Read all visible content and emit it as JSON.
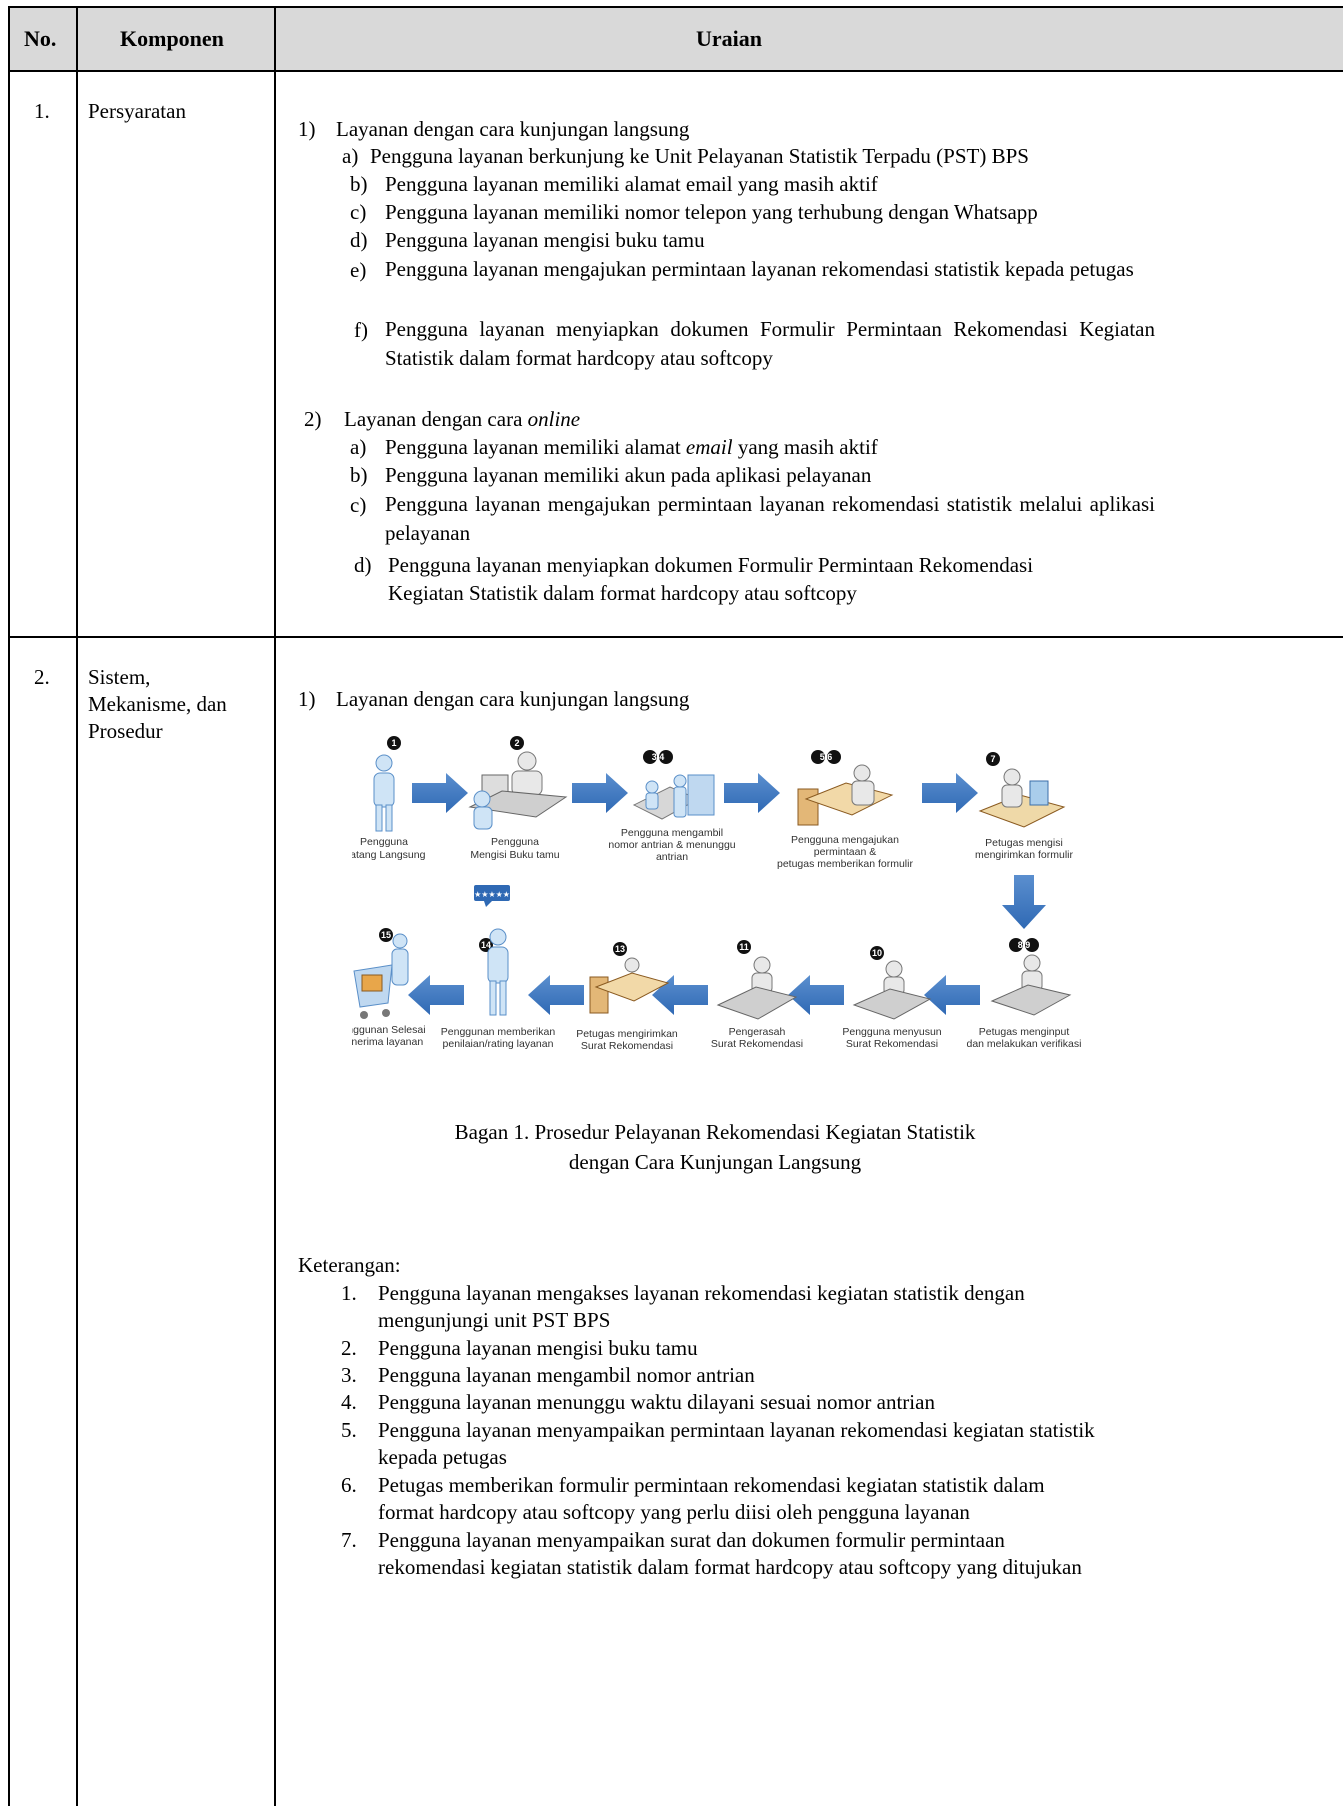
{
  "header": {
    "no": "No.",
    "komponen": "Komponen",
    "uraian": "Uraian"
  },
  "rows": [
    {
      "no": "1.",
      "komponen": "Persyaratan",
      "sections": [
        {
          "title_num": "1)",
          "title": "Layanan dengan cara kunjungan langsung",
          "items": [
            {
              "mark": "a)",
              "text": "Pengguna layanan berkunjung ke Unit Pelayanan Statistik Terpadu (PST) BPS"
            },
            {
              "mark": "b)",
              "text": "Pengguna layanan memiliki alamat email yang masih aktif"
            },
            {
              "mark": "c)",
              "text": "Pengguna layanan memiliki nomor telepon yang terhubung dengan Whatsapp"
            },
            {
              "mark": "d)",
              "text": "Pengguna layanan mengisi buku tamu"
            },
            {
              "mark": "e)",
              "text": "Pengguna layanan mengajukan permintaan layanan rekomendasi statistik kepada petugas"
            },
            {
              "mark": "f)",
              "text": "Pengguna layanan menyiapkan dokumen Formulir Permintaan Rekomendasi Kegiatan Statistik dalam format hardcopy atau softcopy"
            }
          ]
        },
        {
          "title_num": "2)",
          "title_prefix": "Layanan dengan cara ",
          "title_em": "online",
          "items": [
            {
              "mark": "a)",
              "prefix": "Pengguna layanan memiliki alamat ",
              "em": "email",
              "suffix": " yang masih aktif"
            },
            {
              "mark": "b)",
              "text": "Pengguna layanan memiliki akun pada aplikasi pelayanan"
            },
            {
              "mark": "c)",
              "text": "Pengguna layanan mengajukan permintaan layanan rekomendasi statistik melalui aplikasi pelayanan"
            },
            {
              "mark": "d)",
              "text1": "Pengguna layanan menyiapkan dokumen Formulir Permintaan Rekomendasi",
              "text2": "Kegiatan Statistik dalam format hardcopy atau softcopy"
            }
          ]
        }
      ]
    },
    {
      "no": "2.",
      "komponen_lines": [
        "Sistem,",
        "Mekanisme, dan",
        "Prosedur"
      ],
      "section_num": "1)",
      "section_title": "Layanan dengan cara kunjungan langsung",
      "diagram": {
        "steps_top": [
          {
            "badge": "1",
            "label": [
              "Pengguna",
              "Datang Langsung"
            ]
          },
          {
            "badge": "2",
            "label": [
              "Pengguna",
              "Mengisi Buku tamu"
            ]
          },
          {
            "badge": "3 4",
            "label": [
              "Pengguna mengambil",
              "nomor antrian & menunggu",
              "antrian"
            ]
          },
          {
            "badge": "5 6",
            "label": [
              "Pengguna mengajukan",
              "permintaan &",
              "petugas memberikan formulir"
            ]
          },
          {
            "badge": "7",
            "label": [
              "Petugas mengisi",
              "mengirimkan formulir"
            ]
          }
        ],
        "steps_bottom": [
          {
            "badge": "15",
            "label": [
              "Penggunan Selesai",
              "menerima layanan"
            ]
          },
          {
            "badge": "14",
            "label": [
              "Penggunan memberikan",
              "penilaian/rating layanan"
            ]
          },
          {
            "badge": "13",
            "label": [
              "Petugas  mengirimkan",
              "Surat Rekomendasi"
            ]
          },
          {
            "badge": "11",
            "label": [
              "Pengerasah",
              "Surat Rekomendasi"
            ]
          },
          {
            "badge": "10",
            "label": [
              "Pengguna  menyusun",
              "Surat Rekomendasi"
            ]
          },
          {
            "badge": "8 9",
            "label": [
              "Petugas menginput",
              "dan melakukan verifikasi"
            ]
          }
        ],
        "rating_stars": "★★★★★"
      },
      "caption": [
        "Bagan 1. Prosedur Pelayanan Rekomendasi Kegiatan Statistik",
        "dengan Cara Kunjungan Langsung"
      ],
      "keterangan_title": "Keterangan:",
      "keterangan": [
        {
          "n": "1.",
          "lines": [
            "Pengguna layanan mengakses layanan rekomendasi kegiatan statistik dengan",
            "mengunjungi unit PST BPS"
          ]
        },
        {
          "n": "2.",
          "lines": [
            "Pengguna layanan mengisi buku tamu"
          ]
        },
        {
          "n": "3.",
          "lines": [
            "Pengguna layanan mengambil nomor antrian"
          ]
        },
        {
          "n": "4.",
          "lines": [
            "Pengguna layanan menunggu waktu dilayani sesuai nomor antrian"
          ]
        },
        {
          "n": "5.",
          "lines": [
            "Pengguna layanan menyampaikan permintaan layanan rekomendasi kegiatan statistik",
            "kepada petugas"
          ]
        },
        {
          "n": "6.",
          "lines": [
            "Petugas memberikan formulir permintaan rekomendasi kegiatan statistik dalam",
            "format hardcopy atau softcopy yang perlu diisi oleh pengguna layanan"
          ]
        },
        {
          "n": "7.",
          "lines": [
            "Pengguna layanan menyampaikan surat dan dokumen formulir permintaan",
            "rekomendasi kegiatan statistik dalam format hardcopy atau softcopy yang ditujukan"
          ]
        }
      ]
    }
  ]
}
